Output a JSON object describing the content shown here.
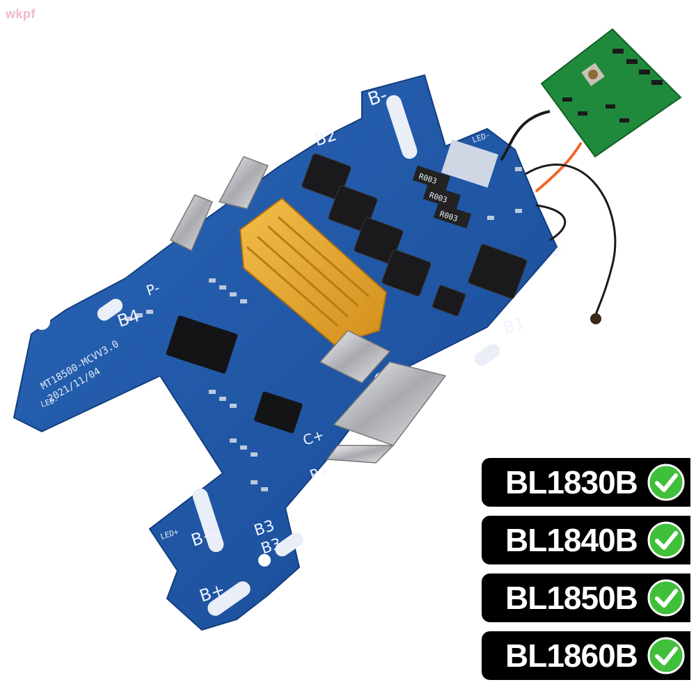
{
  "watermark": "wkpf",
  "board": {
    "model": "MT18500-MCVV3.0",
    "date": "2021/11/04",
    "pads": [
      "B-",
      "B2",
      "B4",
      "P-",
      "B1",
      "C+",
      "P+",
      "B3",
      "B3",
      "B+",
      "B+"
    ],
    "led_labels": [
      "LED-",
      "LED-",
      "LED+"
    ],
    "ntc_label": "NTC",
    "resistors": [
      "R003",
      "R003",
      "R003"
    ]
  },
  "compatibility": [
    {
      "model": "BL1830B",
      "icon": "green-check-icon"
    },
    {
      "model": "BL1840B",
      "icon": "green-check-icon"
    },
    {
      "model": "BL1850B",
      "icon": "green-check-icon"
    },
    {
      "model": "BL1860B",
      "icon": "green-check-icon"
    }
  ],
  "colors": {
    "pcb_blue": "#1f56a8",
    "connector_orange": "#e8a82c",
    "led_board_green": "#1f8a3c",
    "check_green": "#3fbf3a"
  }
}
